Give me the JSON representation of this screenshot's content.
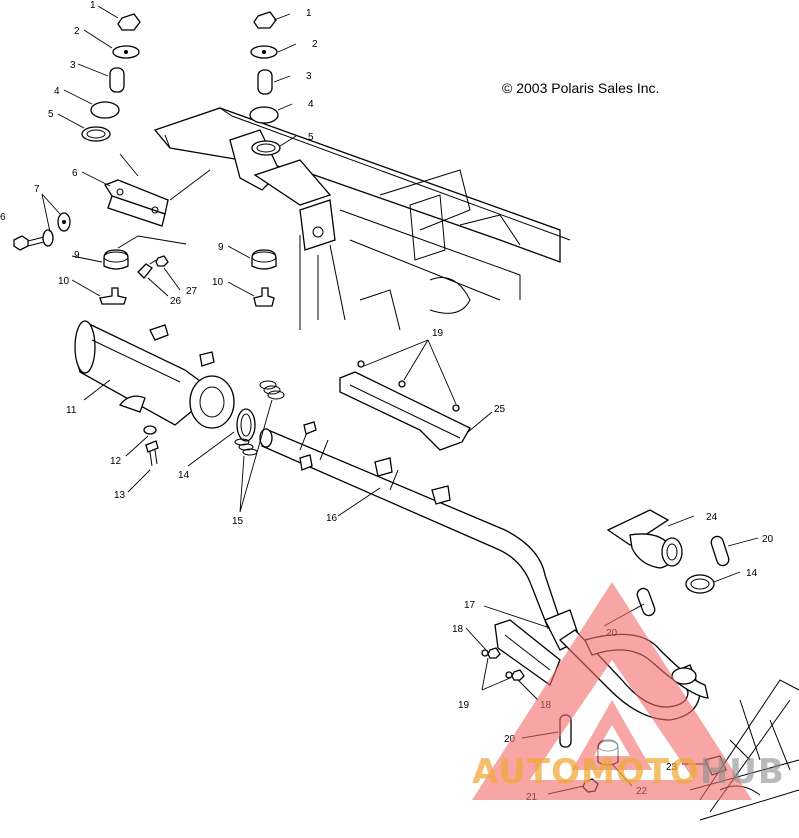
{
  "copyright": "© 2003 Polaris Sales Inc.",
  "watermark": {
    "text_primary": "AUTOMOTO",
    "text_secondary": "HUB",
    "triangle_color": "#f26b6b",
    "text_color": "#f0a83a"
  },
  "callouts": {
    "c1a": "1",
    "c2a": "2",
    "c3a": "3",
    "c4a": "4",
    "c5a": "5",
    "c6a": "6",
    "c6b": "6",
    "c7": "7",
    "c9a": "9",
    "c10a": "10",
    "c1b": "1",
    "c2b": "2",
    "c3b": "3",
    "c4b": "4",
    "c5b": "5",
    "c9b": "9",
    "c10b": "10",
    "c26": "26",
    "c27": "27",
    "c11": "11",
    "c12": "12",
    "c13": "13",
    "c14a": "14",
    "c15": "15",
    "c16": "16",
    "c19a": "19",
    "c25": "25",
    "c24": "24",
    "c20a": "20",
    "c14b": "14",
    "c17": "17",
    "c20b": "20",
    "c18a": "18",
    "c18b": "18",
    "c19b": "19",
    "c20c": "20",
    "c21": "21",
    "c22": "22",
    "c23": "23"
  }
}
